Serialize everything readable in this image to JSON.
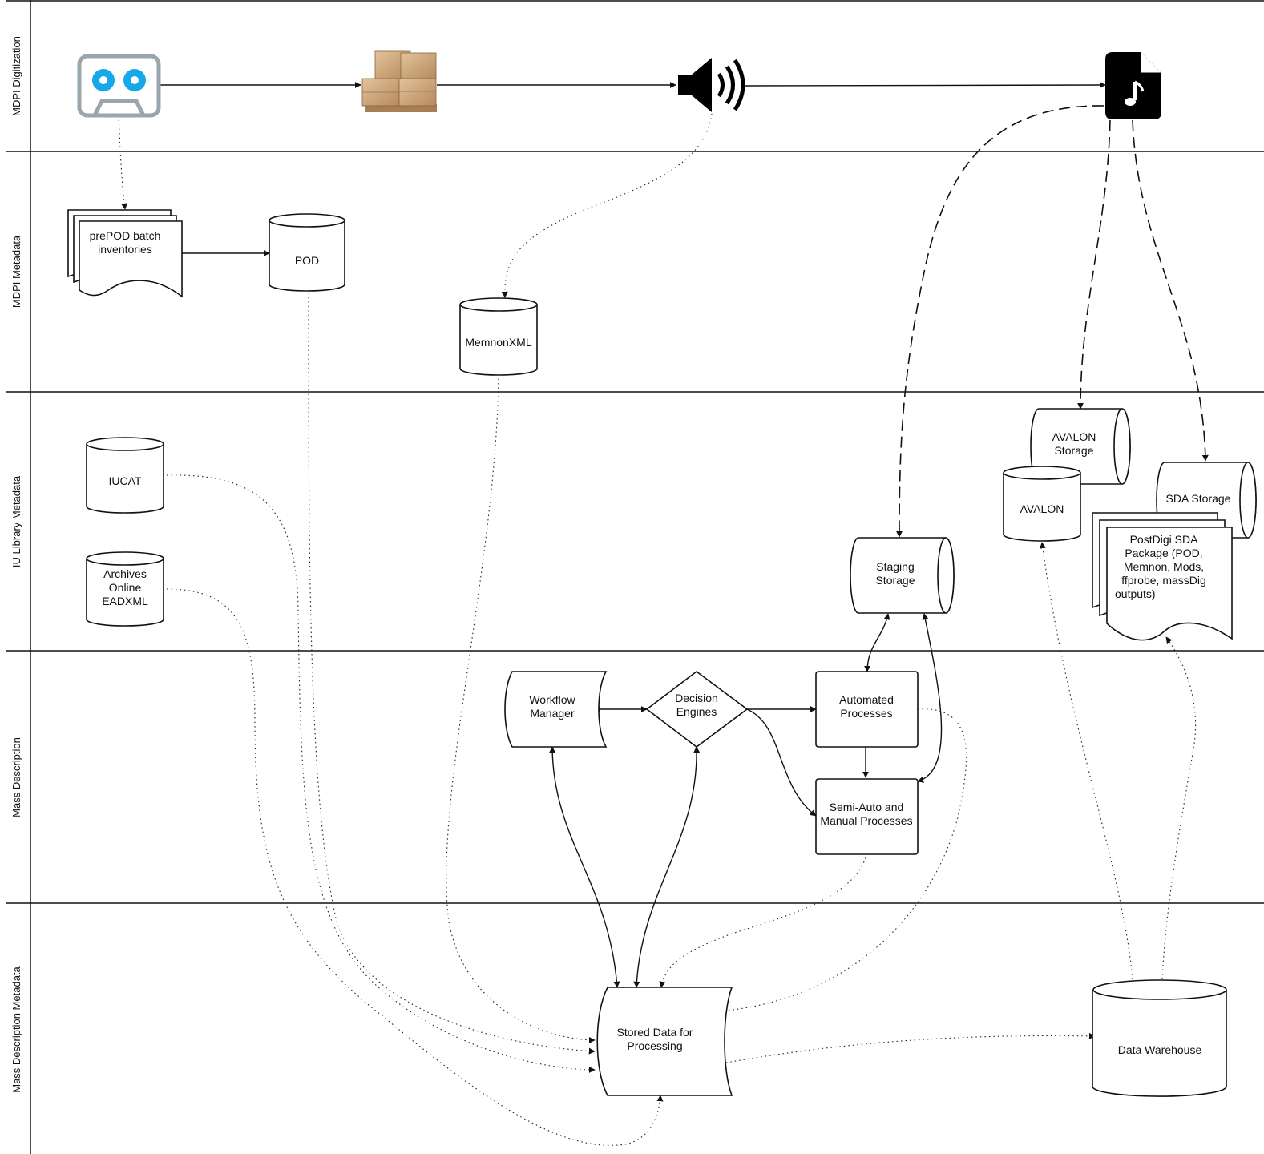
{
  "lanes": [
    "MDPI Digitization",
    "MDPI Metadata",
    "IU Library Metadata",
    "Mass Description",
    "Mass Description Metadata"
  ],
  "nodes": {
    "prepod": [
      "prePOD batch",
      "inventories"
    ],
    "pod": [
      "POD"
    ],
    "memnon": [
      "MemnonXML"
    ],
    "iucat": [
      "IUCAT"
    ],
    "archives": [
      "Archives",
      "Online",
      "EADXML"
    ],
    "staging": [
      "Staging",
      "Storage"
    ],
    "avalon_storage": [
      "AVALON",
      "Storage"
    ],
    "avalon": [
      "AVALON"
    ],
    "sda_storage": [
      "SDA Storage"
    ],
    "postdigi": [
      "PostDigi SDA",
      "Package (POD,",
      "Memnon, Mods,",
      "ffprobe, massDig",
      "outputs)"
    ],
    "workflow": [
      "Workflow",
      "Manager"
    ],
    "decision": [
      "Decision",
      "Engines"
    ],
    "automated": [
      "Automated",
      "Processes"
    ],
    "semiauto": [
      "Semi-Auto and",
      "Manual Processes"
    ],
    "stored": [
      "Stored  Data for",
      "Processing"
    ],
    "warehouse": [
      "Data Warehouse"
    ]
  },
  "icons": {
    "cassette": "audio-cassette-icon",
    "boxes": "shipping-boxes-icon",
    "speaker": "speaker-icon",
    "audio_file": "audio-file-icon"
  },
  "colors": {
    "cassette_blue": "#16a8e8",
    "cassette_gray": "#9aa6ae",
    "box_brown": "#c9a27a"
  }
}
